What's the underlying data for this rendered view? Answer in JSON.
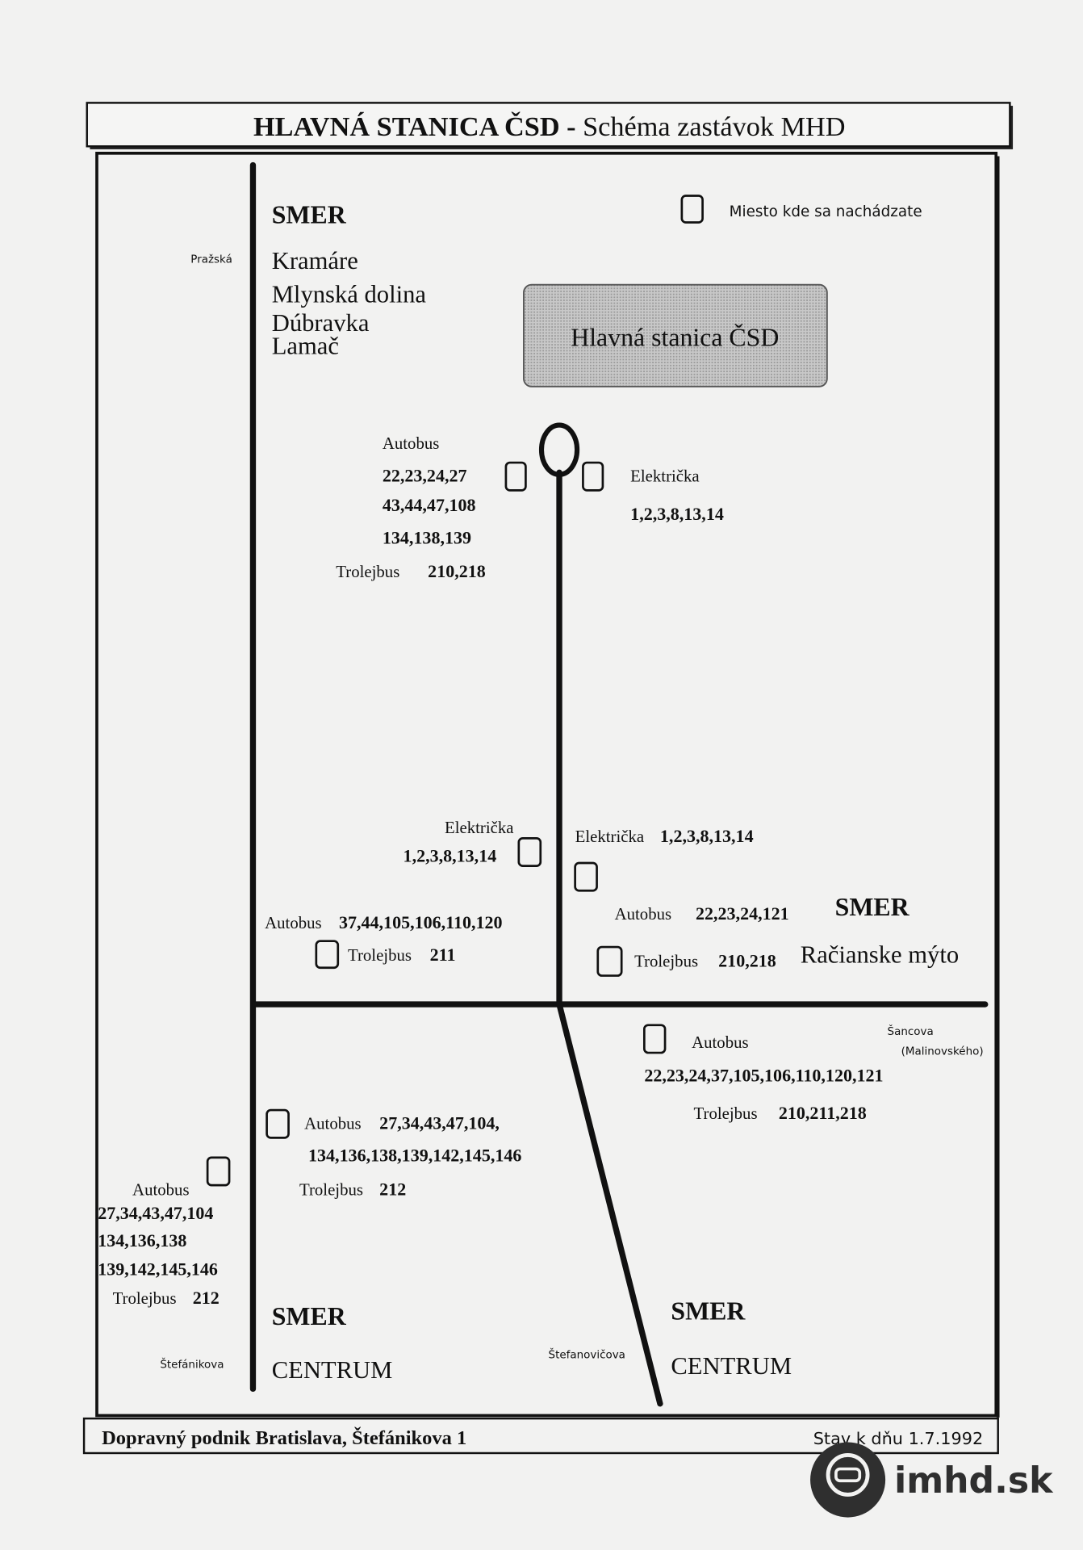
{
  "title": {
    "bold": "HLAVNÁ STANICA ČSD",
    "dash": " - ",
    "normal": "Schéma zastávok MHD"
  },
  "legend": {
    "label": "Miesto kde sa nachádzate"
  },
  "station": {
    "label": "Hlavná stanica ČSD"
  },
  "streets": {
    "prazska": "Pražská",
    "sancova": "Šancova",
    "malinovskeho": "(Malinovského)",
    "stefanikova": "Štefánikova",
    "stefanovicova": "Štefanovičova"
  },
  "directions": {
    "nw": {
      "smer": "SMER",
      "places": [
        "Kramáre",
        "Mlynská dolina",
        "Dúbravka",
        "Lamač"
      ]
    },
    "e": {
      "smer": "SMER",
      "place": "Račianske mýto"
    },
    "sw": {
      "smer": "SMER",
      "place": "CENTRUM"
    },
    "se": {
      "smer": "SMER",
      "place": "CENTRUM"
    }
  },
  "labels": {
    "autobus": "Autobus",
    "trolejbus": "Trolejbus",
    "elektricka": "Električka"
  },
  "stops": {
    "top_bus": {
      "lines": [
        "22,23,24,27",
        "43,44,47,108",
        "134,138,139"
      ],
      "trolley": "210,218"
    },
    "top_tram": {
      "lines": "1,2,3,8,13,14"
    },
    "mid_left_tram": {
      "lines": "1,2,3,8,13,14"
    },
    "mid_right_tram": {
      "lines": "1,2,3,8,13,14"
    },
    "mid_right_bus": {
      "lines": "22,23,24,121"
    },
    "mid_left_bus": {
      "lines": "37,44,105,106,110,120"
    },
    "mid_left_trolley": {
      "lines": "211"
    },
    "mid_right_trolley": {
      "lines": "210,218"
    },
    "se_stop": {
      "bus": "22,23,24,37,105,106,110,120,121",
      "trolley": "210,211,218"
    },
    "sw_inner": {
      "bus1": "27,34,43,47,104,",
      "bus2": "134,136,138,139,142,145,146",
      "trolley": "212"
    },
    "sw_outer": {
      "bus": [
        "27,34,43,47,104",
        "134,136,138",
        "139,142,145,146"
      ],
      "trolley": "212"
    }
  },
  "footer": {
    "left": "Dopravný podnik Bratislava, Štefánikova 1",
    "right": "Stav k dňu 1.7.1992"
  },
  "watermark": {
    "brand": "imhd.sk"
  }
}
